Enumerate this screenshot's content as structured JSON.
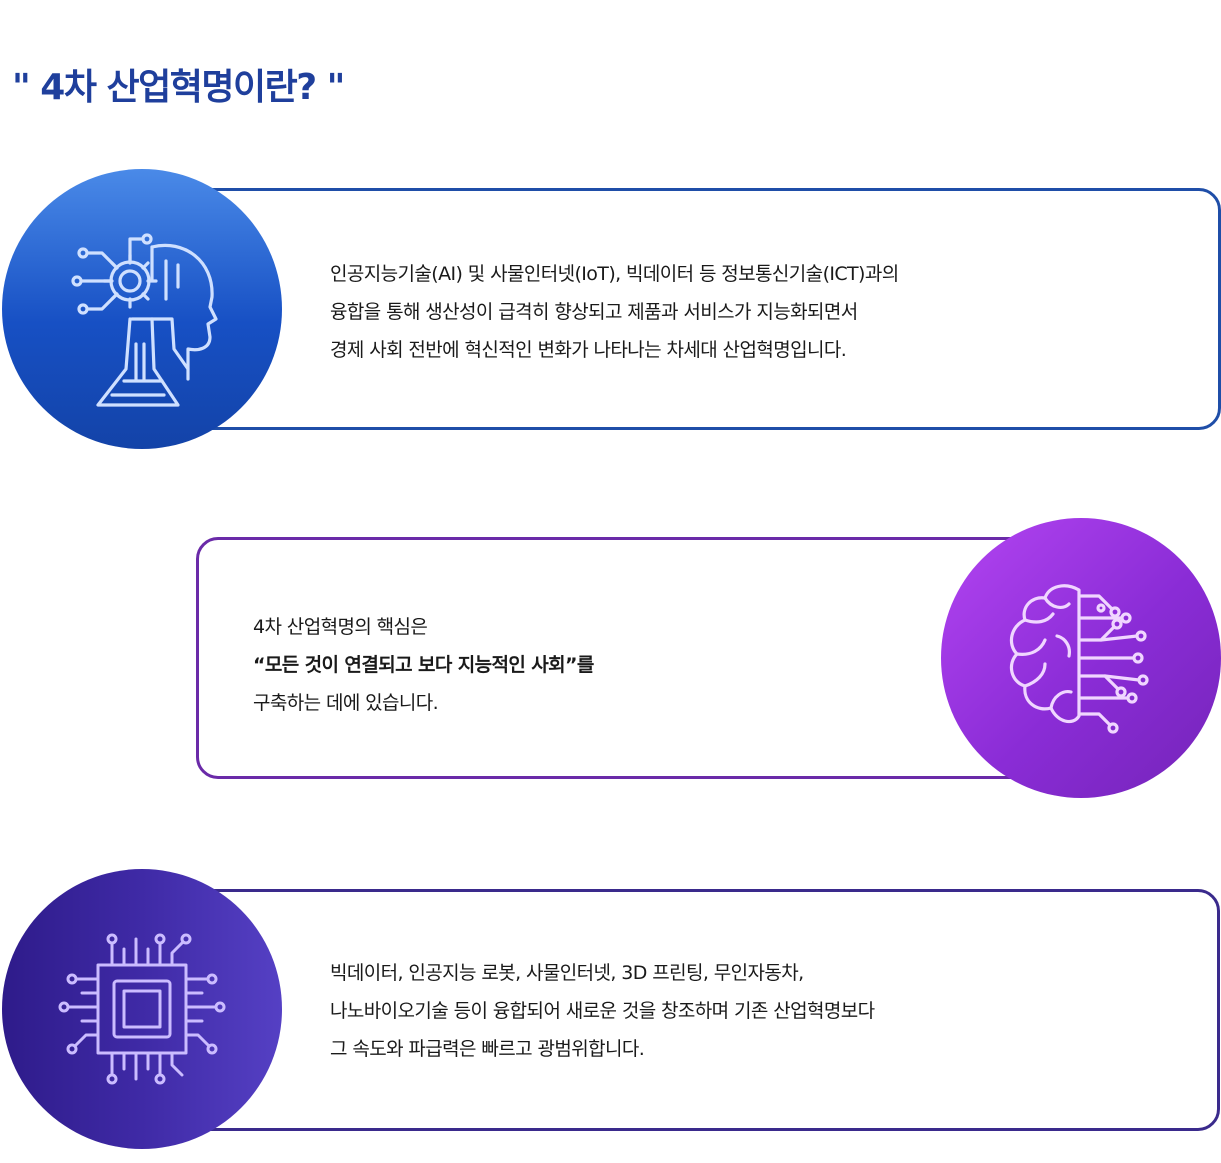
{
  "title": "\" 4차 산업혁명이란? \"",
  "cards": [
    {
      "lines": [
        "인공지능기술(AI) 및 사물인터넷(IoT), 빅데이터 등 정보통신기술(ICT)과의",
        "융합을 통해 생산성이 급격히 향상되고 제품과 서비스가 지능화되면서",
        "경제 사회 전반에 혁신적인 변화가 나타나는 차세대 산업혁명입니다."
      ],
      "icon": "ai-robot-head-icon",
      "color": "#1f4ea8"
    },
    {
      "lines": [
        "4차 산업혁명의 핵심은",
        "“모든 것이 연결되고 보다 지능적인 사회”를",
        "구축하는 데에 있습니다."
      ],
      "icon": "brain-circuit-icon",
      "color": "#6a2aa8"
    },
    {
      "lines": [
        "빅데이터, 인공지능 로봇, 사물인터넷, 3D 프린팅, 무인자동차,",
        "나노바이오기술 등이 융합되어 새로운 것을 창조하며 기존 산업혁명보다",
        "그 속도와 파급력은 빠르고 광범위합니다."
      ],
      "icon": "microchip-icon",
      "color": "#3a2a8c"
    }
  ]
}
